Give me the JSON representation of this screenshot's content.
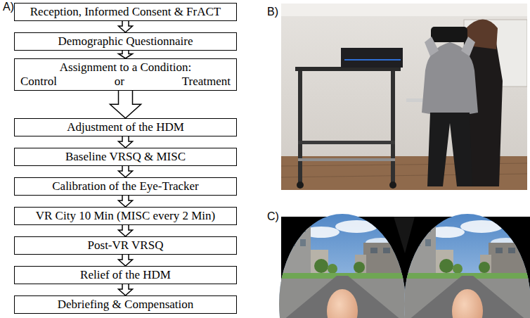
{
  "diagram": {
    "nodes": [
      {
        "text": [
          "Reception, Informed Consent & FrACT"
        ]
      },
      {
        "text": [
          "Demographic Questionnaire"
        ]
      },
      {
        "text": [
          "Assignment to a Condition:",
          "Control",
          "or",
          "Treatment"
        ]
      },
      {
        "text": [
          "Adjustment of the HDM"
        ]
      },
      {
        "text": [
          "Baseline VRSQ & MISC"
        ]
      },
      {
        "text": [
          "Calibration of the Eye-Tracker"
        ]
      },
      {
        "text": [
          "VR City 10 Min (MISC every 2 Min)"
        ]
      },
      {
        "text": [
          "Post-VR VRSQ"
        ]
      },
      {
        "text": [
          "Relief of the HDM"
        ]
      },
      {
        "text": [
          "Debriefing & Compensation"
        ]
      }
    ],
    "edges": [
      {
        "from": 0,
        "to": 1,
        "arrow": "to"
      },
      {
        "from": 1,
        "to": 2,
        "arrow": "to"
      },
      {
        "from": 2,
        "to": 3,
        "arrow": "to"
      },
      {
        "from": 3,
        "to": 4,
        "arrow": "to"
      },
      {
        "from": 4,
        "to": 5,
        "arrow": "to"
      },
      {
        "from": 5,
        "to": 6,
        "arrow": "to"
      },
      {
        "from": 6,
        "to": 7,
        "arrow": "to"
      },
      {
        "from": 7,
        "to": 8,
        "arrow": "to"
      },
      {
        "from": 8,
        "to": 9,
        "arrow": "to"
      }
    ],
    "labels": [
      "A)",
      "B)",
      "C)"
    ]
  }
}
